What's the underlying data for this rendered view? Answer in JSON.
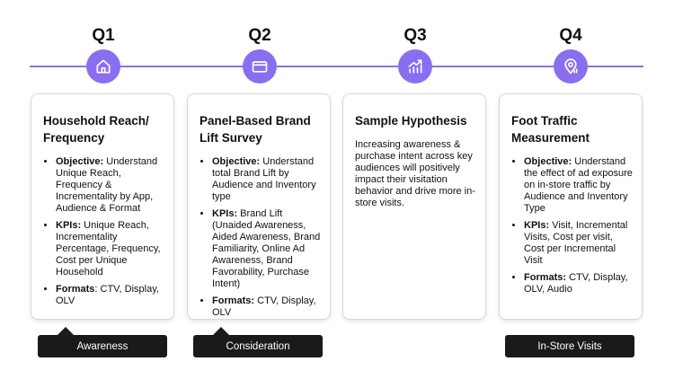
{
  "quarters": [
    {
      "label": "Q1",
      "icon": "home-icon",
      "title": "Household Reach/ Frequency",
      "items": [
        {
          "term": "Objective:",
          "text": " Understand Unique Reach, Frequency & Incrementality by App, Audience & Format"
        },
        {
          "term": "KPIs:",
          "text": " Unique Reach, Incrementality Percentage, Frequency, Cost per Unique Household"
        },
        {
          "term": "Formats",
          "text": ": CTV, Display, OLV"
        }
      ],
      "tag": "Awareness"
    },
    {
      "label": "Q2",
      "icon": "card-icon",
      "title": "Panel-Based Brand Lift Survey",
      "items": [
        {
          "term": "Objective:",
          "text": " Understand total Brand Lift by Audience and Inventory type"
        },
        {
          "term": "KPIs:",
          "text": " Brand Lift (Unaided Awareness, Aided Awareness, Brand Familiarity, Online Ad Awareness, Brand Favorability, Purchase Intent)"
        },
        {
          "term": "Formats:",
          "text": " CTV, Display, OLV"
        }
      ],
      "tag": "Consideration"
    },
    {
      "label": "Q3",
      "icon": "growth-chart-icon",
      "title": "Sample Hypothesis",
      "paragraph": "Increasing awareness & purchase intent across key audiences will positively impact their visitation behavior and drive more in-store visits."
    },
    {
      "label": "Q4",
      "icon": "location-pin-icon",
      "title": "Foot Traffic Measurement",
      "items": [
        {
          "term": "Objective:",
          "text": " Understand the effect of ad exposure on in-store traffic by Audience and Inventory Type"
        },
        {
          "term": "KPIs:",
          "text": " Visit, Incremental Visits, Cost per visit, Cost per Incremental Visit"
        },
        {
          "term": "Formats:",
          "text": " CTV, Display, OLV, Audio"
        }
      ],
      "tag": "In-Store Visits"
    }
  ],
  "colors": {
    "accent": "#8a6ef0",
    "line": "#8a72e6",
    "tag_bg": "#1a1a1a"
  }
}
